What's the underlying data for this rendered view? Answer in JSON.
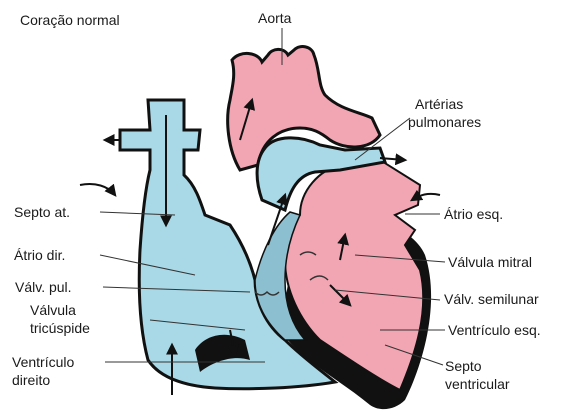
{
  "diagram": {
    "title": "Coração normal",
    "colors": {
      "oxygenated": "#f2a5b2",
      "deoxygenated": "#a9d8e6",
      "outline": "#111111",
      "background": "#ffffff"
    },
    "labels": {
      "aorta": "Aorta",
      "pulmonary_arteries_line1": "Artérias",
      "pulmonary_arteries_line2": "pulmonares",
      "atrial_septum": "Septo at.",
      "left_atrium": "Átrio esq.",
      "right_atrium": "Átrio dir.",
      "mitral_valve": "Válvula mitral",
      "pulmonary_valve": "Válv. pul.",
      "semilunar_valve": "Válv. semilunar",
      "tricuspid_line1": "Válvula",
      "tricuspid_line2": "tricúspide",
      "left_ventricle": "Ventrículo esq.",
      "right_ventricle_line1": "Ventrículo",
      "right_ventricle_line2": "direito",
      "ventricular_septum_line1": "Septo",
      "ventricular_septum_line2": "ventricular"
    }
  }
}
